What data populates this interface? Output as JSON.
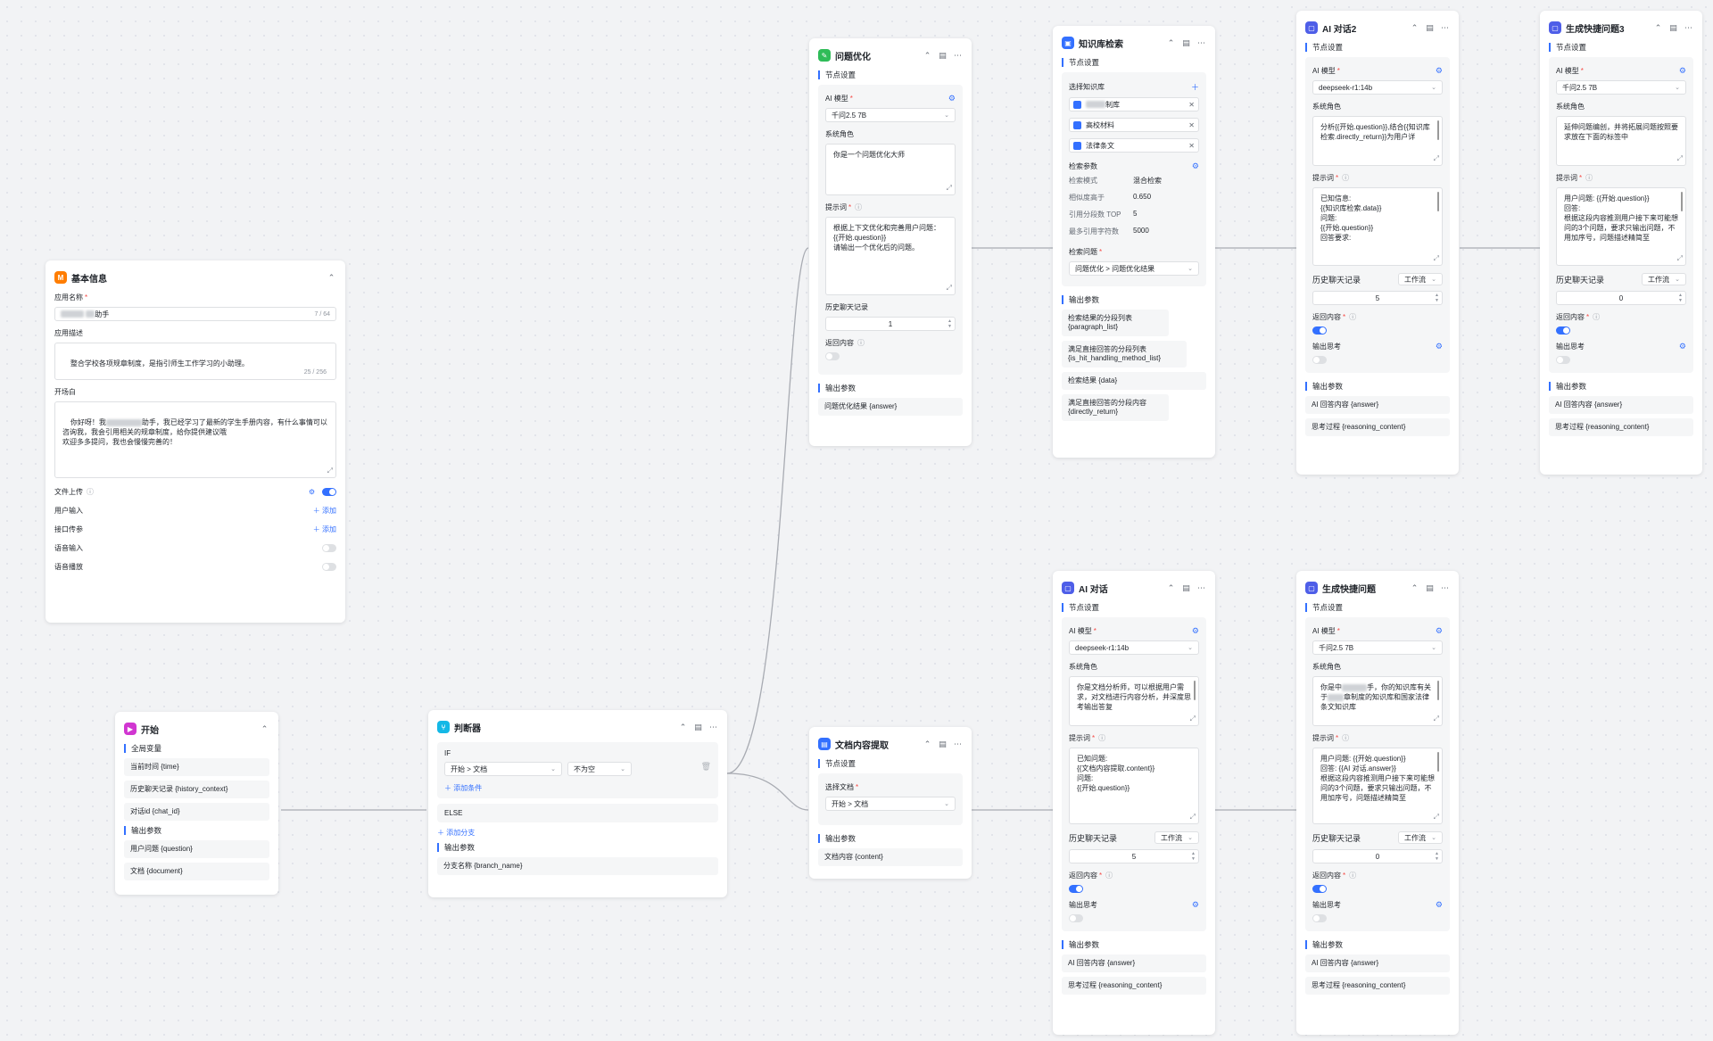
{
  "common": {
    "node_settings": "节点设置",
    "output_params": "输出参数",
    "ai_model": "AI 模型",
    "system_role": "系统角色",
    "prompt": "提示词",
    "history": "历史聊天记录",
    "return_content": "返回内容",
    "output_thinking": "输出思考",
    "workflow": "工作流",
    "ai_answer": "AI 回答内容 {answer}",
    "reasoning": "思考过程 {reasoning_content}"
  },
  "basic": {
    "title": "基本信息",
    "app_name_label": "应用名称",
    "app_name_suffix": "助手",
    "app_name_count": "7 / 64",
    "desc_label": "应用描述",
    "desc_value": "整合学校各项规章制度，是指引师生工作学习的小助理。",
    "desc_count": "25 / 256",
    "opening_label": "开场白",
    "opening_a": "你好呀！我",
    "opening_b": "助手，我已经学习了最新的学生手册内容，有什么事情可以咨询我，我会引用相关的规章制度，给你提供建议哦",
    "opening_c": "欢迎多多提问，我也会慢慢完善的！",
    "file_upload": "文件上传",
    "user_input": "用户输入",
    "api_params": "接口传参",
    "add": "添加",
    "voice_input": "语音输入",
    "voice_play": "语音播放"
  },
  "start": {
    "title": "开始",
    "global_vars": "全局变量",
    "vars": [
      "当前时间 {time}",
      "历史聊天记录 {history_context}",
      "对话id {chat_id}"
    ],
    "outputs": [
      "用户问题 {question}",
      "文档 {document}"
    ]
  },
  "judge": {
    "title": "判断器",
    "if_label": "IF",
    "cond_var": "开始 > 文档",
    "cond_op": "不为空",
    "add_condition": "添加条件",
    "else_label": "ELSE",
    "add_branch": "添加分支",
    "output": "分支名称 {branch_name}"
  },
  "optimize": {
    "title": "问题优化",
    "model": "千问2.5 7B",
    "role": "你是一个问题优化大师",
    "prompt": "根据上下文优化和完善用户问题：\n{{开始.question}}\n请输出一个优化后的问题。",
    "history_value": "1",
    "output": "问题优化结果 {answer}"
  },
  "extract": {
    "title": "文档内容提取",
    "select_doc": "选择文档",
    "doc": "开始 > 文档",
    "output": "文档内容 {content}"
  },
  "kb": {
    "title": "知识库检索",
    "select_kb": "选择知识库",
    "kb_suffix": "制库",
    "kb_items": [
      "高校材料",
      "法律条文"
    ],
    "search_params": "检索参数",
    "params": [
      {
        "k": "检索模式",
        "v": "混合检索"
      },
      {
        "k": "相似度高于",
        "v": "0.650"
      },
      {
        "k": "引用分段数 TOP",
        "v": "5"
      },
      {
        "k": "最多引用字符数",
        "v": "5000"
      }
    ],
    "search_question": "检索问题",
    "question_value": "问题优化 > 问题优化结果",
    "outputs": [
      "检索结果的分段列表 {paragraph_list}",
      "满足直接回答的分段列表 {is_hit_handling_method_list}",
      "检索结果 {data}",
      "满足直接回答的分段内容 {directly_return}"
    ]
  },
  "ai2": {
    "title": "AI 对话2",
    "model": "deepseek-r1:14b",
    "role": "分析{{开始.question}},结合{{知识库检索.directly_return}}为用户详",
    "prompt": "已知信息:\n{{知识库检索.data}}\n问题:\n{{开始.question}}\n回答要求:",
    "history_value": "5"
  },
  "quick3": {
    "title": "生成快捷问题3",
    "model": "千问2.5 7B",
    "role": "延伸问题编创，并将拓展问题按照要求放在下面的标签中",
    "prompt": "用户问题: {{开始.question}}\n回答:\n根据这段内容推测用户接下来可能想问的3个问题，要求只输出问题，不用加序号，问题描述精简至",
    "history_value": "0"
  },
  "ai": {
    "title": "AI 对话",
    "model": "deepseek-r1:14b",
    "role": "你是文档分析师，可以根据用户需求，对文档进行内容分析，并深度思考输出答复",
    "prompt": "已知问题:\n{{文档内容提取.content}}\n问题:\n{{开始.question}}",
    "history_value": "5"
  },
  "quick": {
    "title": "生成快捷问题",
    "model": "千问2.5 7B",
    "role_a": "你是中",
    "role_b": "手，你的知识库有关于",
    "role_c": "章制度的知识库和国家法律条文知识库",
    "prompt": "用户问题: {{开始.question}}\n回答: {{AI 对话.answer}}\n根据这段内容推测用户接下来可能想问的3个问题，要求只输出问题，不用加序号，问题描述精简至",
    "history_value": "0"
  }
}
